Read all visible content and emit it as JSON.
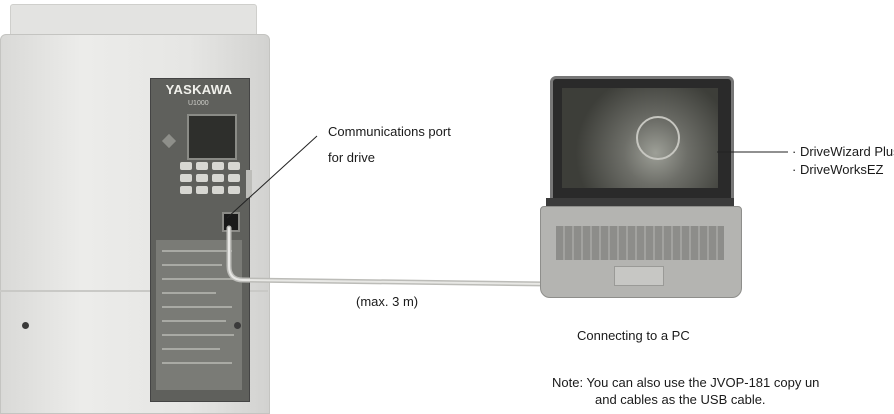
{
  "drive": {
    "brand": "YASKAWA",
    "model": "U1000"
  },
  "callouts": {
    "port_label_line1": "Communications port",
    "port_label_line2": "for drive",
    "cable_length": "(max. 3 m)",
    "pc_caption": "Connecting to a PC",
    "software_1": "· DriveWizard Plus",
    "software_2": "· DriveWorksEZ"
  },
  "note": {
    "line1": "Note: You can also use the JVOP-181 copy un",
    "line2": "and cables as the USB cable."
  }
}
